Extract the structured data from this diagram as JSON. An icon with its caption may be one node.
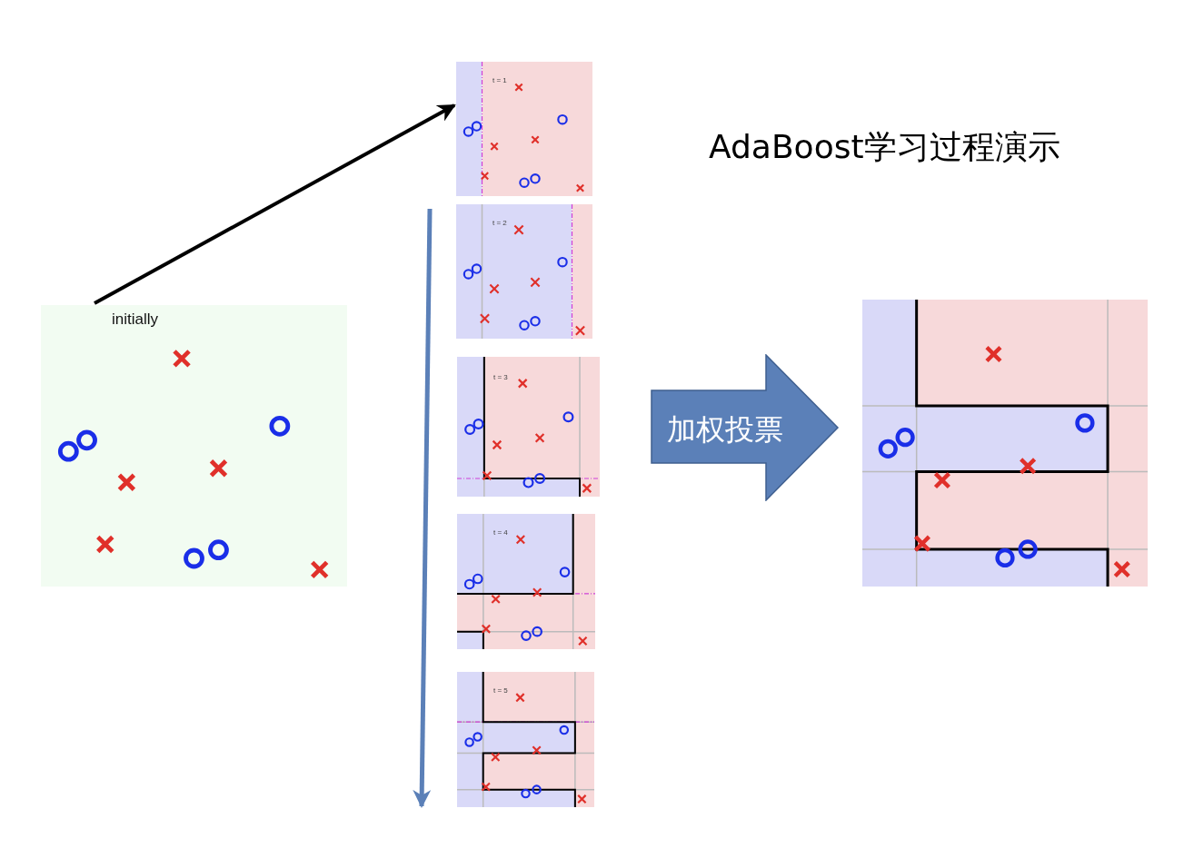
{
  "diagram": {
    "title": "AdaBoost学习过程演示",
    "nodes": [
      {
        "text": [
          "initially"
        ]
      },
      {
        "text": [
          "t = 1"
        ]
      },
      {
        "text": [
          "t = 2"
        ]
      },
      {
        "text": [
          "t = 3"
        ]
      },
      {
        "text": [
          "t = 4"
        ]
      },
      {
        "text": [
          "t = 5"
        ]
      },
      {
        "text": [
          "加权投票"
        ]
      },
      {
        "text": [],
        "shape": "picture"
      }
    ],
    "edges": [
      {
        "from": 0,
        "to": 1,
        "arrow": "to"
      }
    ]
  }
}
